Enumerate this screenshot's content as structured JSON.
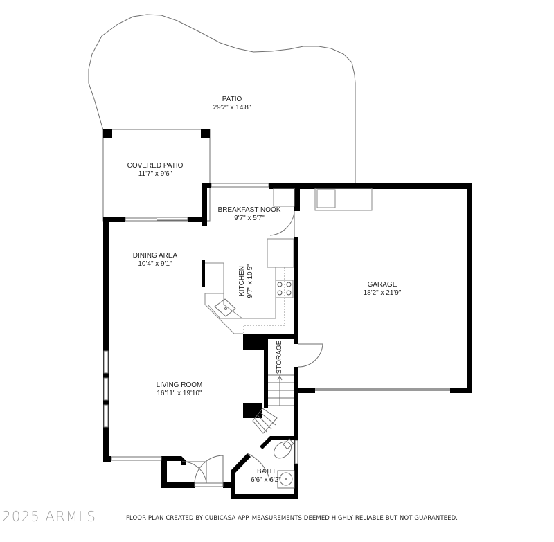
{
  "plan": {
    "rooms": [
      {
        "id": "patio",
        "name": "PATIO",
        "dimensions": "29'2\" x 14'8\""
      },
      {
        "id": "covered_patio",
        "name": "COVERED PATIO",
        "dimensions": "11'7\" x 9'6\""
      },
      {
        "id": "breakfast_nook",
        "name": "BREAKFAST NOOK",
        "dimensions": "9'7\" x 5'7\""
      },
      {
        "id": "dining_area",
        "name": "DINING AREA",
        "dimensions": "10'4\" x 9'1\""
      },
      {
        "id": "kitchen",
        "name": "KITCHEN",
        "dimensions": "9'7\" x 10'5\""
      },
      {
        "id": "garage",
        "name": "GARAGE",
        "dimensions": "18'2\" x 21'9\""
      },
      {
        "id": "living_room",
        "name": "LIVING ROOM",
        "dimensions": "16'11\" x 19'10\""
      },
      {
        "id": "storage",
        "name": "STORAGE",
        "dimensions": ""
      },
      {
        "id": "bath",
        "name": "BATH",
        "dimensions": "6'6\" x 6'2\""
      }
    ],
    "icons": [
      "door-swing-icon",
      "stove-icon",
      "sink-icon",
      "toilet-icon",
      "stairs-icon",
      "window-icon"
    ]
  },
  "footer": {
    "watermark": "2025 ARMLS",
    "disclaimer": "FLOOR PLAN CREATED BY CUBICASA APP. MEASUREMENTS DEEMED HIGHLY RELIABLE BUT NOT GUARANTEED."
  },
  "colors": {
    "wall": "#000000",
    "outline": "#6f6f6f",
    "text": "#222222",
    "watermark": "#8a8a8a",
    "background": "#ffffff"
  }
}
